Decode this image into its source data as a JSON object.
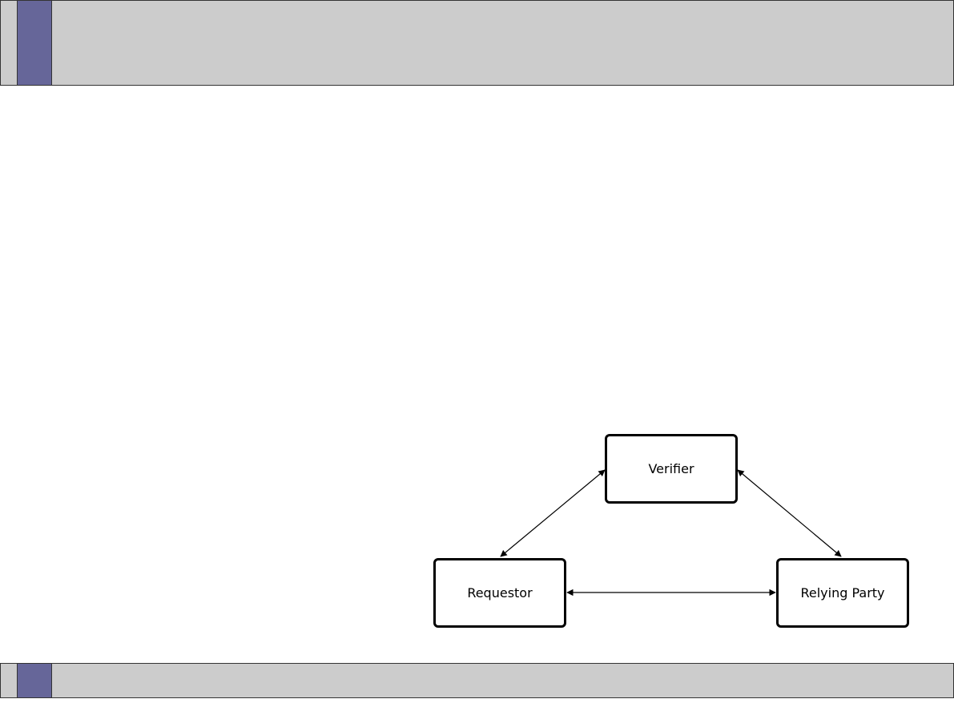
{
  "diagram": {
    "nodes": [
      {
        "id": "verifier",
        "label": "Verifier"
      },
      {
        "id": "requestor",
        "label": "Requestor"
      },
      {
        "id": "relying_party",
        "label": "Relying Party"
      }
    ],
    "edges": [
      {
        "from": "requestor",
        "to": "verifier",
        "direction": "both"
      },
      {
        "from": "verifier",
        "to": "relying_party",
        "direction": "both"
      },
      {
        "from": "requestor",
        "to": "relying_party",
        "direction": "both"
      }
    ]
  },
  "theme": {
    "bar_color": "#cccccc",
    "accent_color": "#666699"
  }
}
